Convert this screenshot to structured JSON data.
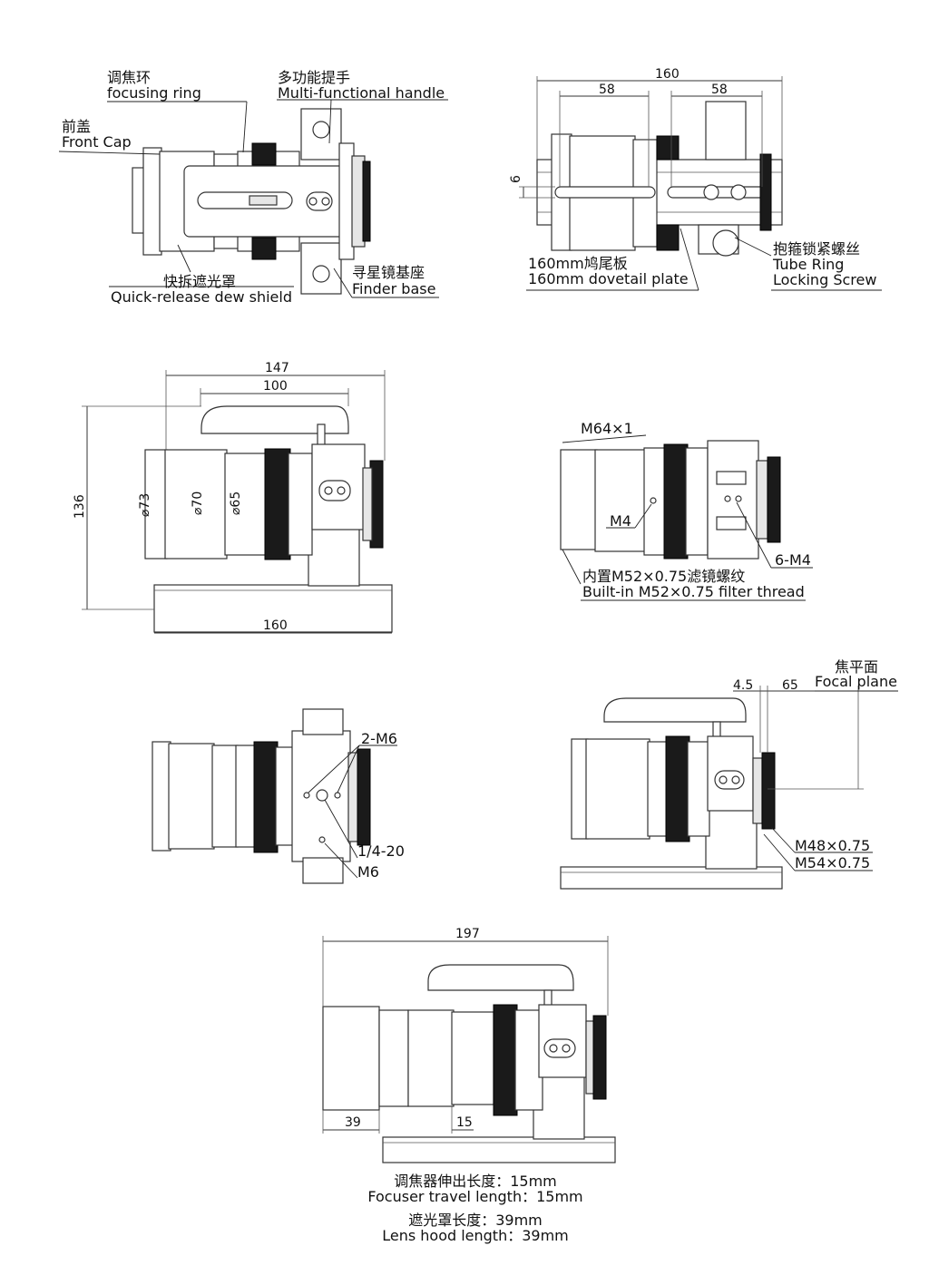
{
  "labels": {
    "focusing_ring_cn": "调焦环",
    "focusing_ring_en": "focusing ring",
    "handle_cn": "多功能提手",
    "handle_en": "Multi-functional handle",
    "front_cap_cn": "前盖",
    "front_cap_en": "Front Cap",
    "dew_shield_cn": "快拆遮光罩",
    "dew_shield_en": "Quick-release dew shield",
    "finder_base_cn": "寻星镜基座",
    "finder_base_en": "Finder base",
    "dovetail_cn": "160mm鸠尾板",
    "dovetail_en": "160mm dovetail plate",
    "tube_ring_cn": "抱箍锁紧螺丝",
    "tube_ring_en1": "Tube Ring",
    "tube_ring_en2": "Locking Screw",
    "m64": "M64×1",
    "m4": "M4",
    "six_m4": "6-M4",
    "filter_cn": "内置M52×0.75滤镜螺纹",
    "filter_en": "Built-in M52×0.75 filter thread",
    "focal_plane_cn": "焦平面",
    "focal_plane_en": "Focal plane",
    "two_m6": "2-M6",
    "quarter_20": "1/4-20",
    "m6": "M6",
    "m48": "M48×0.75",
    "m54": "M54×0.75"
  },
  "dims": {
    "top_160": "160",
    "top_58a": "58",
    "top_58b": "58",
    "top_6": "6",
    "side_147": "147",
    "side_100": "100",
    "side_136": "136",
    "side_160": "160",
    "dia_73": "⌀73",
    "dia_70": "⌀70",
    "dia_65": "⌀65",
    "fp_45": "4.5",
    "fp_65": "65",
    "bot_197": "197",
    "bot_39": "39",
    "bot_15": "15"
  },
  "notes": {
    "focuser_cn": "调焦器伸出长度：15mm",
    "focuser_en": "Focuser travel length：15mm",
    "hood_cn": "遮光罩长度：39mm",
    "hood_en": "Lens hood length：39mm"
  }
}
